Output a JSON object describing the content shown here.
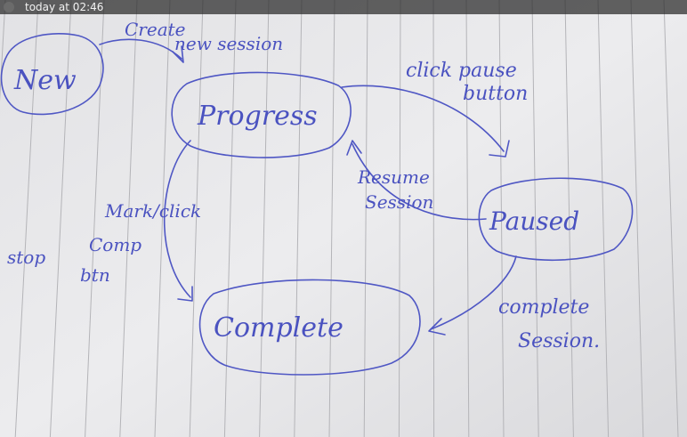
{
  "status_bar": {
    "timestamp": "today at 02:46"
  },
  "states": {
    "new": "New",
    "progress": "Progress",
    "paused": "Paused",
    "complete": "Complete"
  },
  "transitions": {
    "create_line1": "Create",
    "create_line2": "new session",
    "pause_line1": "click pause",
    "pause_line2": "button",
    "resume_line1": "Resume",
    "resume_line2": "Session",
    "mark_click": "Mark/click",
    "stop_line1": "stop",
    "stop_line2": "Comp",
    "stop_line3": "btn",
    "complete_line1": "complete",
    "complete_line2": "Session."
  },
  "colors": {
    "ink": "#4f57c4",
    "paper": "#e9e9eb",
    "rule_line": "#b4b4b8"
  }
}
